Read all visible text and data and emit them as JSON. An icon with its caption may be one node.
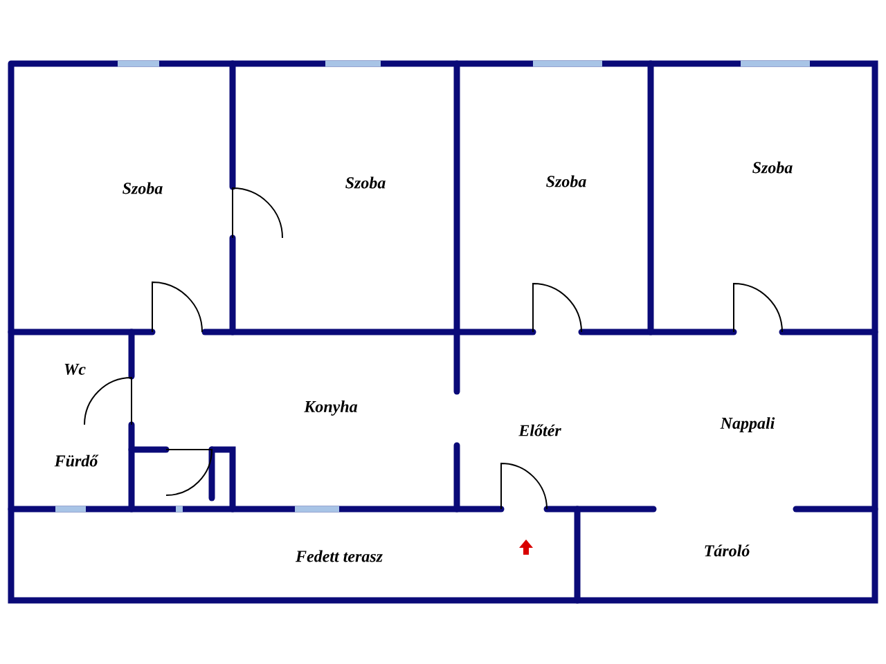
{
  "diagram": {
    "labels": [
      "Szoba",
      "Szoba",
      "Szoba",
      "Szoba",
      "Wc",
      "Konyha",
      "Nappali",
      "Előtér",
      "Fürdő",
      "Fedett terasz",
      "Tároló"
    ]
  }
}
